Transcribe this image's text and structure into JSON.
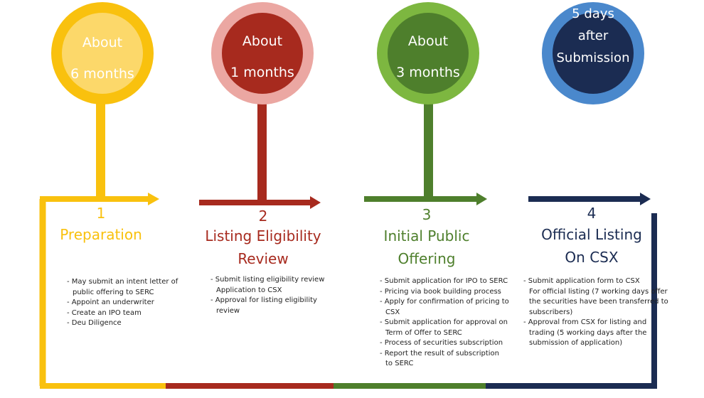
{
  "colors": {
    "yellow": "#F9C10E",
    "red": "#A72A1E",
    "green": "#4E7F2C",
    "navy": "#1B2C52"
  },
  "steps": [
    {
      "time": [
        "About",
        "6 months"
      ],
      "number": "1",
      "title": [
        "Preparation"
      ],
      "bullets": [
        "- May submit an intent letter of\npublic offering to SERC",
        "- Appoint an underwriter",
        "- Create an IPO team",
        "- Deu Diligence"
      ]
    },
    {
      "time": [
        "About",
        "1 months"
      ],
      "number": "2",
      "title": [
        "Listing Eligibility",
        "Review"
      ],
      "bullets": [
        "- Submit listing eligibility review\nApplication to CSX",
        "- Approval for listing eligibility\nreview"
      ]
    },
    {
      "time": [
        "About",
        "3 months"
      ],
      "number": "3",
      "title": [
        "Initial Public",
        "Offering"
      ],
      "bullets": [
        "- Submit application for IPO to SERC",
        "- Pricing via book building process",
        "- Apply for confirmation of pricing to\nCSX",
        "- Submit application for approval on\nTerm of Offer to SERC",
        "- Process of securities subscription",
        "- Report the result of subscription\nto SERC"
      ]
    },
    {
      "time": [
        "5 days",
        "after",
        "Submission"
      ],
      "number": "4",
      "title": [
        "Official Listing",
        "On CSX"
      ],
      "bullets": [
        "- Submit application form to CSX\nFor official listing (7 working days offer\nthe securities have been transferred to\nsubscribers)",
        "- Approval from CSX for listing and\ntrading (5 working days after the\nsubmission of application)"
      ]
    }
  ]
}
